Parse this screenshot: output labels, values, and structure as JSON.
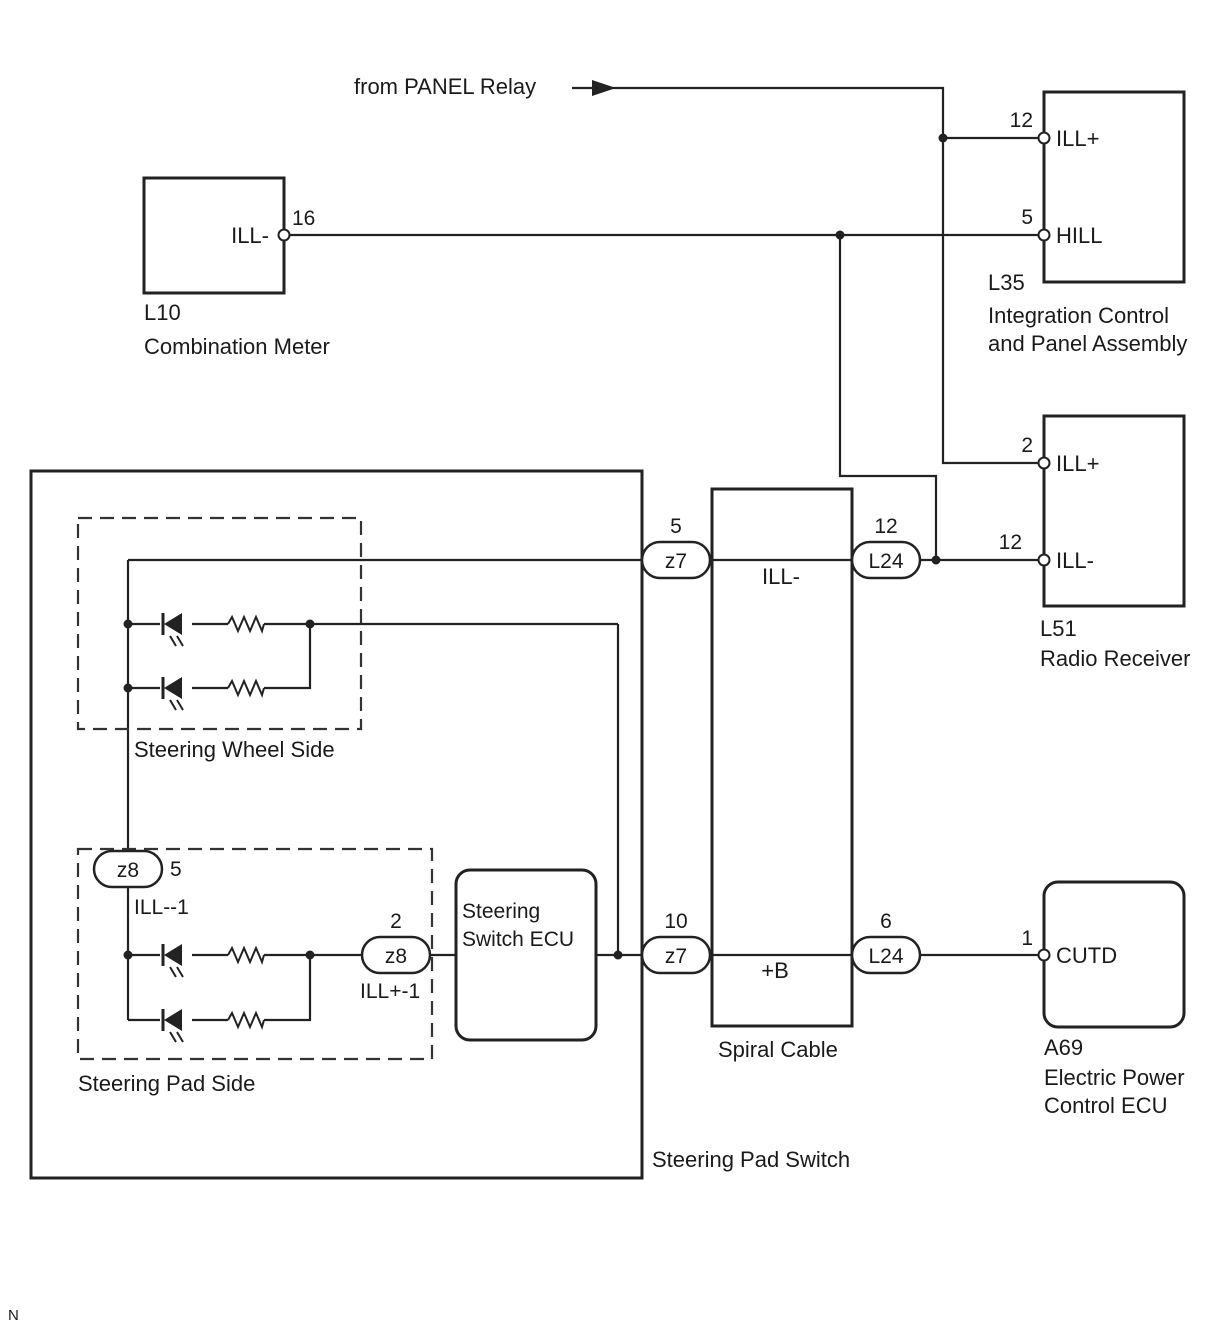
{
  "source_label": "from PANEL Relay",
  "components": {
    "combination_meter": {
      "code": "L10",
      "name": "Combination Meter",
      "pin_label": "ILL-",
      "pin_no": "16"
    },
    "integration_panel": {
      "code": "L35",
      "name_line1": "Integration Control",
      "name_line2": "and Panel Assembly",
      "pin1_label": "ILL+",
      "pin1_no": "12",
      "pin2_label": "HILL",
      "pin2_no": "5"
    },
    "radio_receiver": {
      "code": "L51",
      "name": "Radio Receiver",
      "pin1_label": "ILL+",
      "pin1_no": "2",
      "pin2_label": "ILL-",
      "pin2_no": "12"
    },
    "eps_ecu": {
      "code": "A69",
      "name_line1": "Electric Power",
      "name_line2": "Control ECU",
      "pin_label": "CUTD",
      "pin_no": "1"
    },
    "spiral_cable": {
      "name": "Spiral Cable",
      "wire1_label": "ILL-",
      "wire2_label": "+B"
    },
    "steering_pad_switch": {
      "name": "Steering Pad Switch",
      "wheel_side": "Steering Wheel Side",
      "pad_side": "Steering Pad Side",
      "ecu_line1": "Steering",
      "ecu_line2": "Switch ECU"
    }
  },
  "connectors": {
    "z7_top": {
      "id": "z7",
      "pin": "5"
    },
    "z7_bottom": {
      "id": "z7",
      "pin": "10"
    },
    "l24_top": {
      "id": "L24",
      "pin": "12"
    },
    "l24_bottom": {
      "id": "L24",
      "pin": "6"
    },
    "z8_left": {
      "id": "z8",
      "pin": "5",
      "signal": "ILL--1"
    },
    "z8_right": {
      "id": "z8",
      "pin": "2",
      "signal": "ILL+-1"
    }
  },
  "footer_code": "N"
}
